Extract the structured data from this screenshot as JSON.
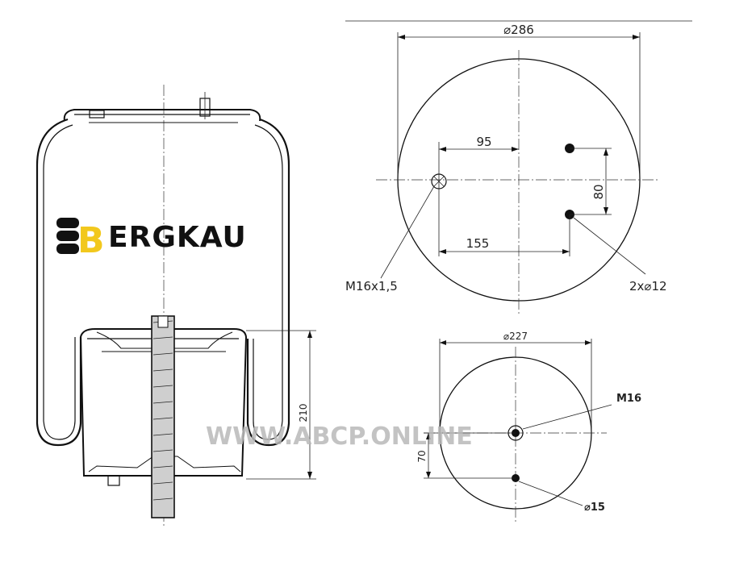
{
  "logo": {
    "letter": "B",
    "text": "ERGKAU"
  },
  "watermark": "WWW.ABCP.ONLINE",
  "side_view": {
    "height_label": "210"
  },
  "top_plate": {
    "diameter_label": "⌀286",
    "dim_95": "95",
    "dim_80": "80",
    "dim_155": "155",
    "thread_label": "M16x1,5",
    "holes_label": "2x⌀12"
  },
  "bottom_plate": {
    "diameter_label": "⌀227",
    "thread_label": "M16",
    "dim_70": "70",
    "hole_label": "⌀15"
  },
  "colors": {
    "line": "#111111",
    "logo_yellow": "#f2c81d",
    "watermark": "#b9b9b9"
  }
}
